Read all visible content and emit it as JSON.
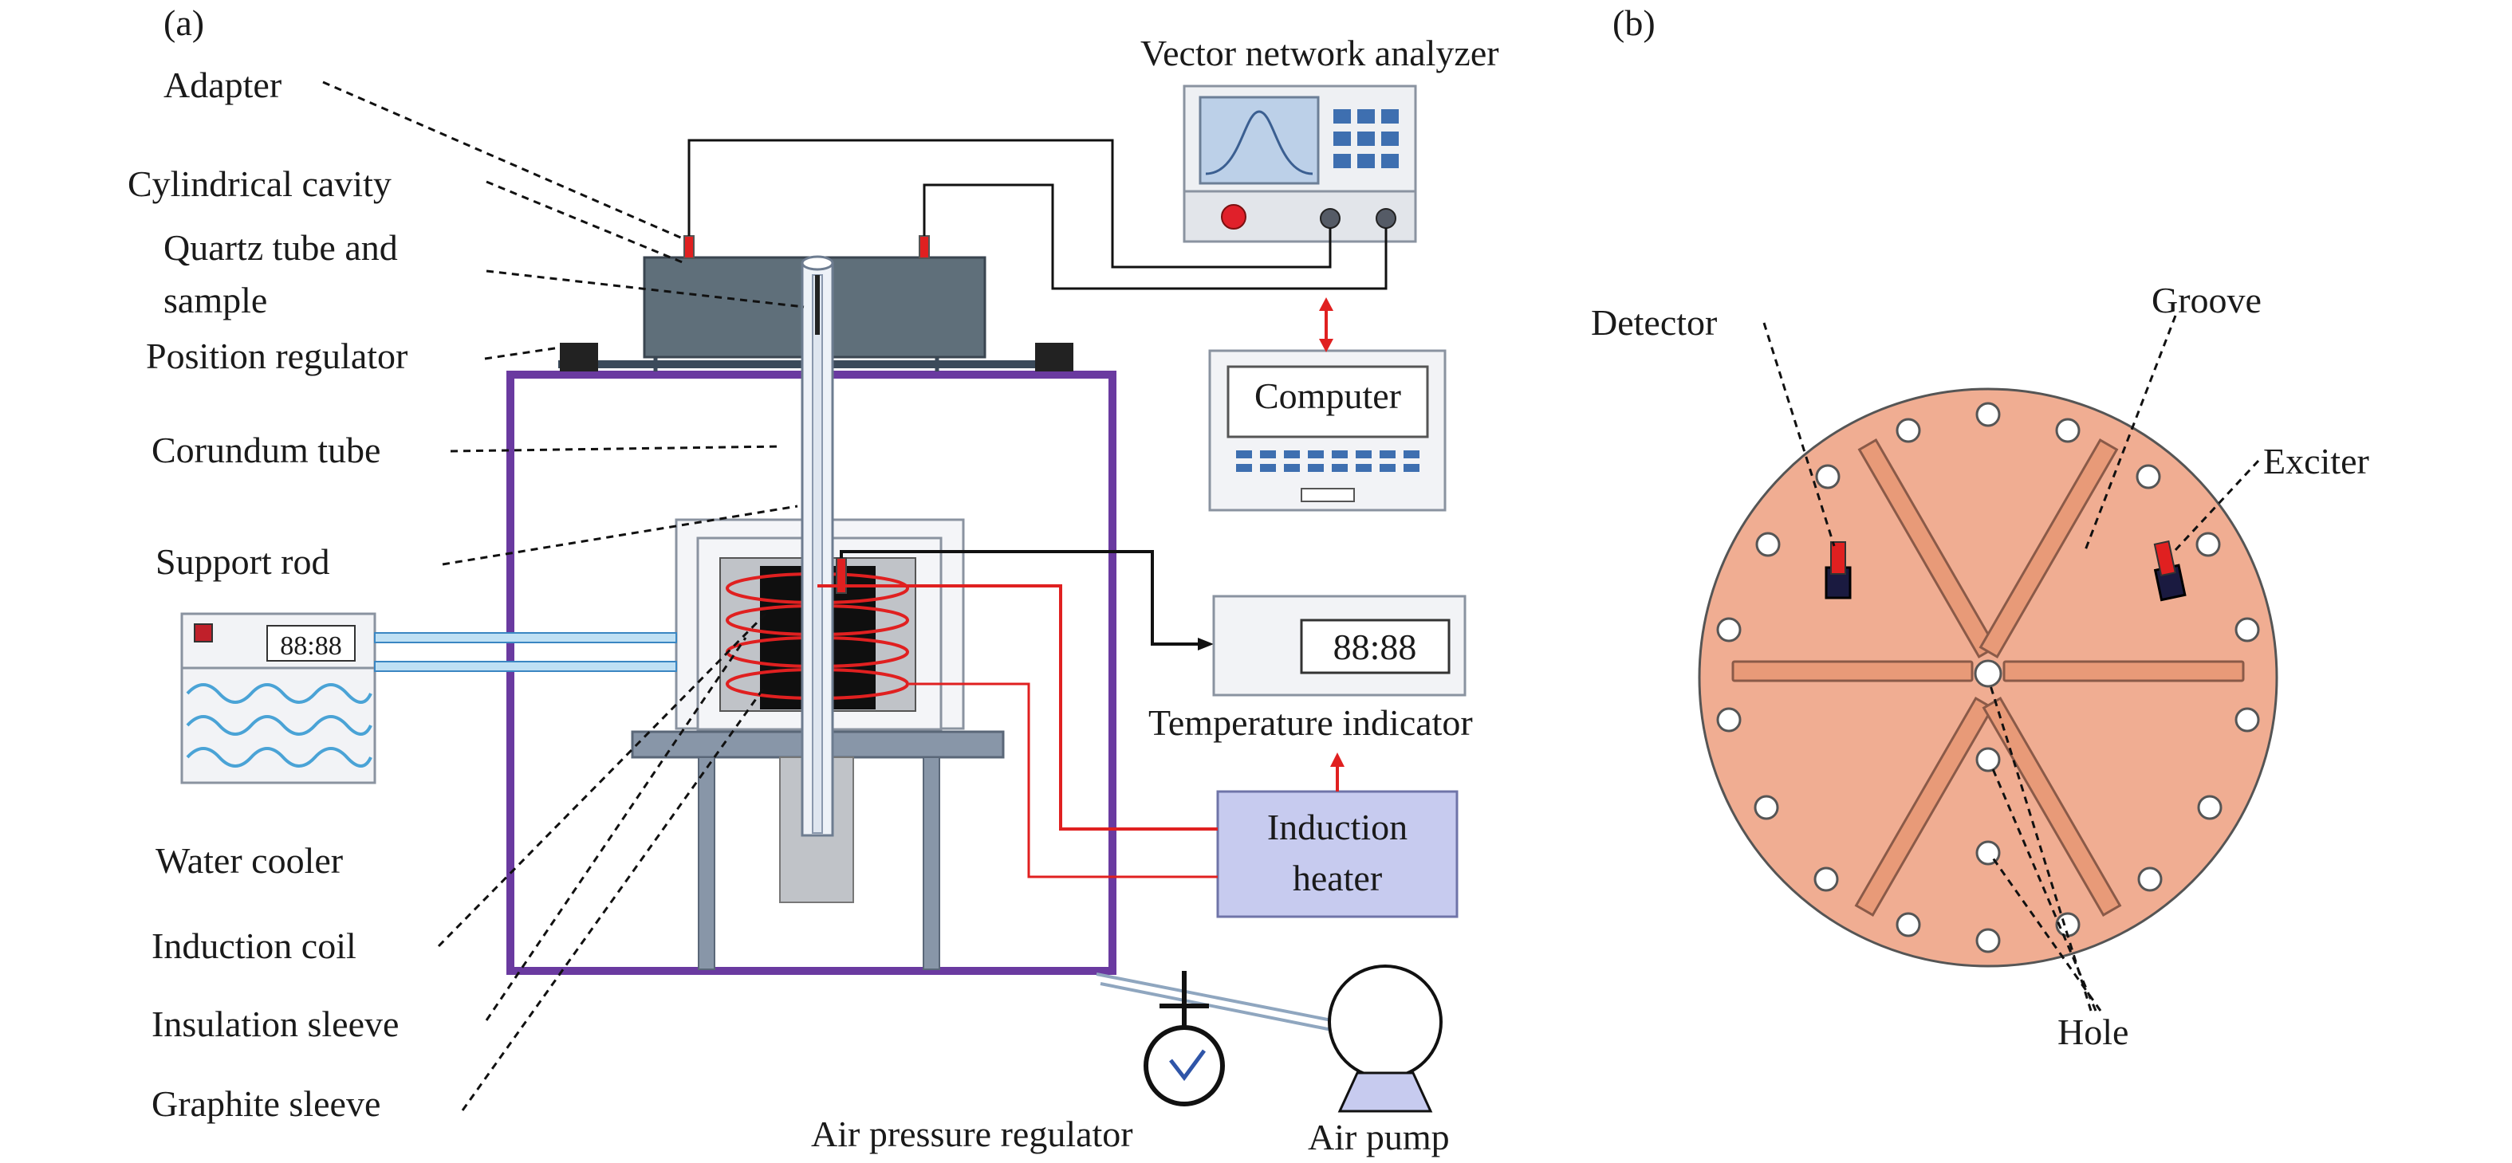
{
  "panels": {
    "a": "(a)",
    "b": "(b)"
  },
  "labels": {
    "adapter": "Adapter",
    "cylindrical_cavity": "Cylindrical cavity",
    "quartz_tube_1": "Quartz tube and",
    "quartz_tube_2": "sample",
    "position_regulator": "Position regulator",
    "corundum_tube": "Corundum tube",
    "support_rod": "Support rod",
    "water_cooler": "Water cooler",
    "induction_coil": "Induction coil",
    "insulation_sleeve": "Insulation sleeve",
    "graphite_sleeve": "Graphite sleeve",
    "vna": "Vector network analyzer",
    "computer": "Computer",
    "temperature_indicator": "Temperature indicator",
    "induction_heater_1": "Induction",
    "induction_heater_2": "heater",
    "air_pressure_regulator": "Air pressure regulator",
    "air_pump": "Air pump",
    "detector": "Detector",
    "groove": "Groove",
    "exciter": "Exciter",
    "hole": "Hole"
  },
  "displays": {
    "water_cooler_readout": "88:88",
    "temperature_readout": "88:88"
  },
  "colors": {
    "chamber_border": "#6a3aa0",
    "cavity_fill": "#5f6f7a",
    "plate_fill": "#f0ad92",
    "groove_fill": "#e89a78",
    "heater_fill": "#c7cbef",
    "coil": "#e02020",
    "cooler_wave": "#4aa3d6"
  }
}
